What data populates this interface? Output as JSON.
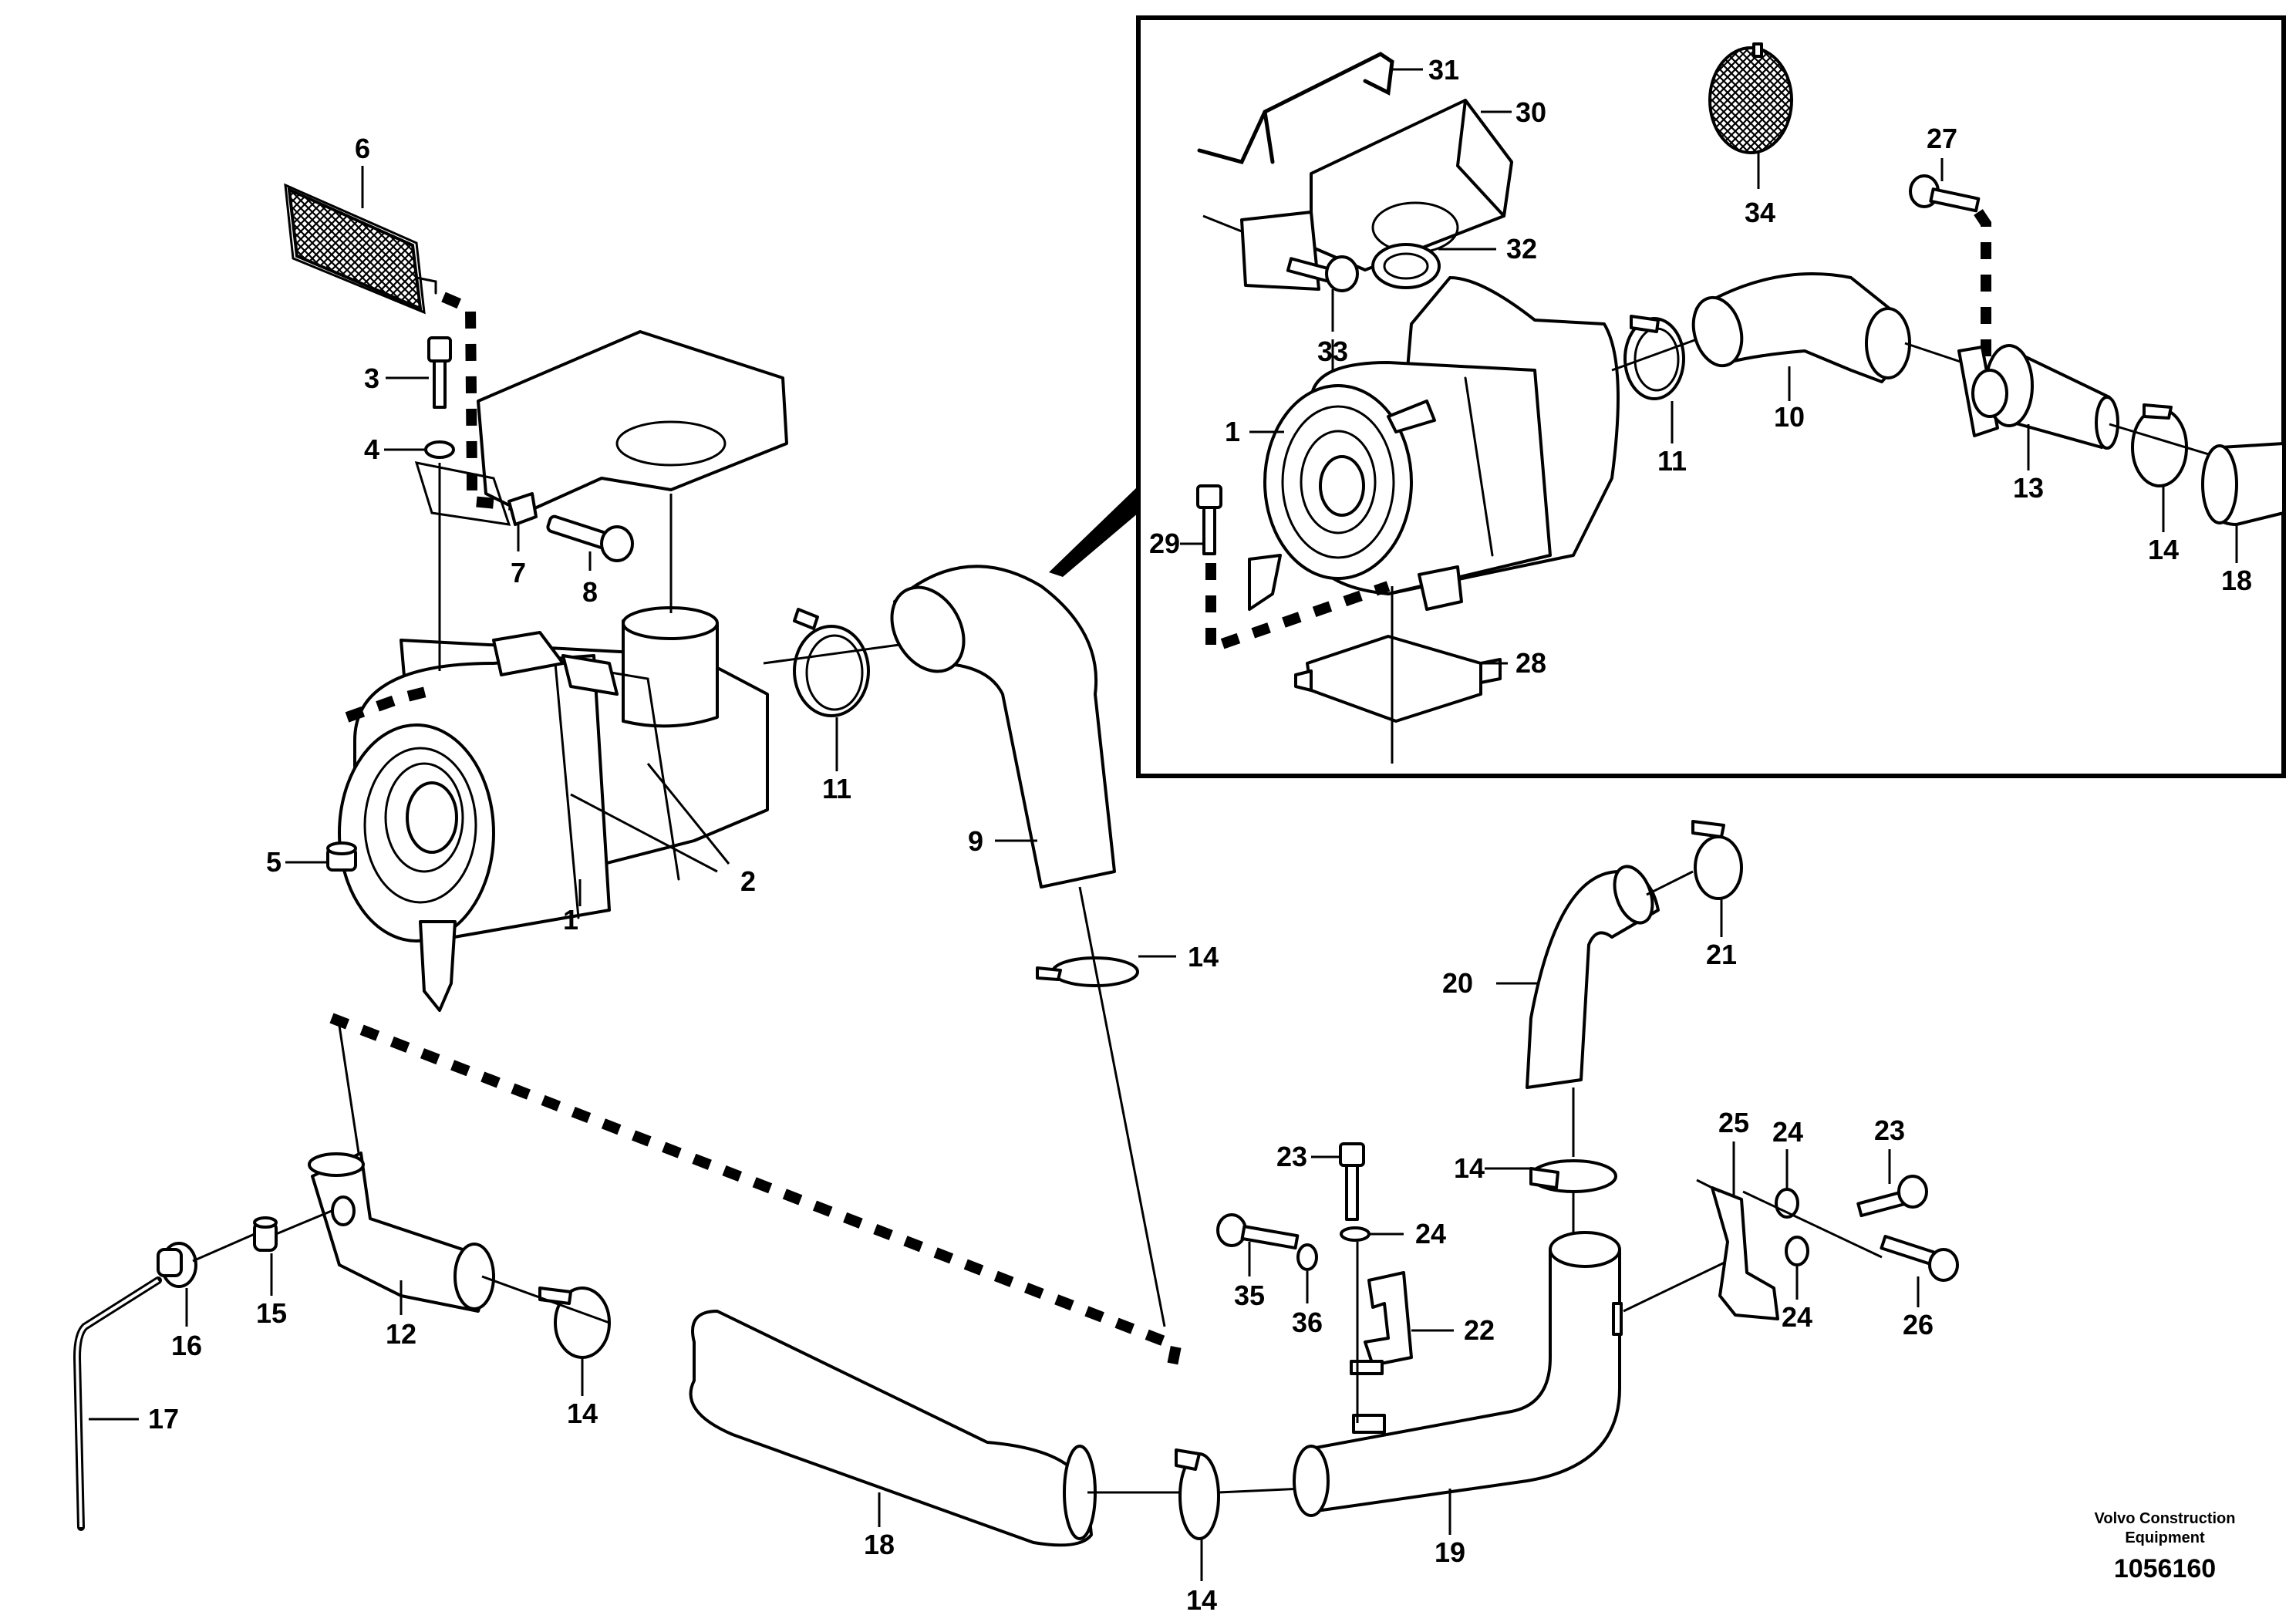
{
  "callouts": {
    "c1a": "1",
    "c2": "2",
    "c3": "3",
    "c4": "4",
    "c5": "5",
    "c6": "6",
    "c7": "7",
    "c8": "8",
    "c9": "9",
    "c11a": "11",
    "c14a": "14",
    "c12": "12",
    "c14b": "14",
    "c15": "15",
    "c16": "16",
    "c17": "17",
    "c18a": "18",
    "c14c": "14",
    "c19": "19",
    "c20": "20",
    "c21": "21",
    "c14d": "14",
    "c23a": "23",
    "c24a": "24",
    "c35": "35",
    "c36": "36",
    "c22": "22",
    "c25": "25",
    "c24b": "24",
    "c23b": "23",
    "c24c": "24",
    "c26": "26",
    "c31": "31",
    "c30": "30",
    "c34": "34",
    "c27": "27",
    "c32": "32",
    "c33": "33",
    "c1b": "1",
    "c11b": "11",
    "c10": "10",
    "c13": "13",
    "c14e": "14",
    "c18b": "18",
    "c29": "29",
    "c28": "28"
  },
  "footer": {
    "brand_line1": "Volvo Construction",
    "brand_line2": "Equipment",
    "drawing_number": "1056160"
  }
}
